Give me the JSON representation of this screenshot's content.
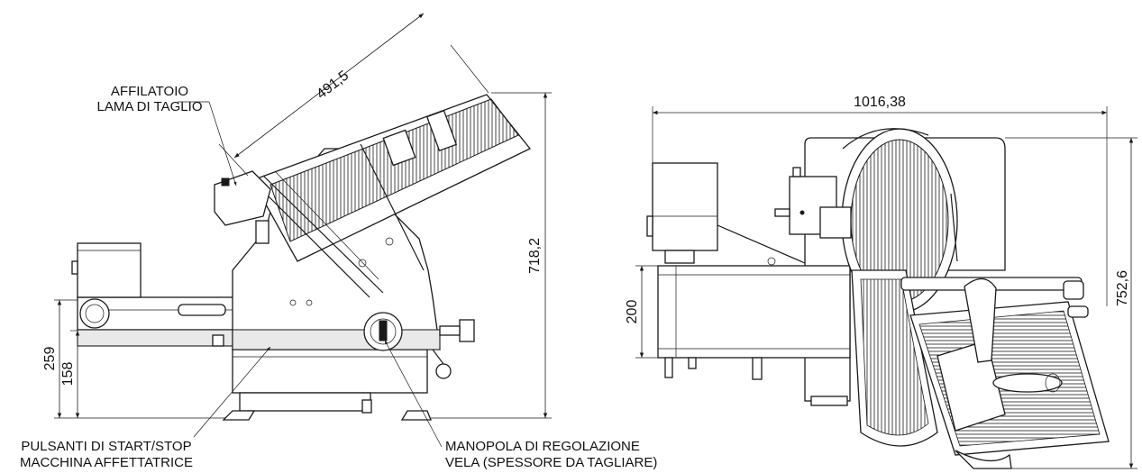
{
  "side_view": {
    "labels": {
      "sharpener_line1": "AFFILATOIO",
      "sharpener_line2": "LAMA DI TAGLIO",
      "start_stop_line1": "PULSANTI DI START/STOP",
      "start_stop_line2": "MACCHINA AFFETTATRICE",
      "knob_line1": "MANOPOLA DI REGOLAZIONE",
      "knob_line2": "VELA (SPESSORE DA TAGLIARE)"
    },
    "dimensions": {
      "diagonal": "491,5",
      "height": "718,2",
      "table_height": "259",
      "base_height": "158"
    }
  },
  "front_view": {
    "dimensions": {
      "width": "1016,38",
      "height": "752,6",
      "conveyor": "200"
    }
  }
}
